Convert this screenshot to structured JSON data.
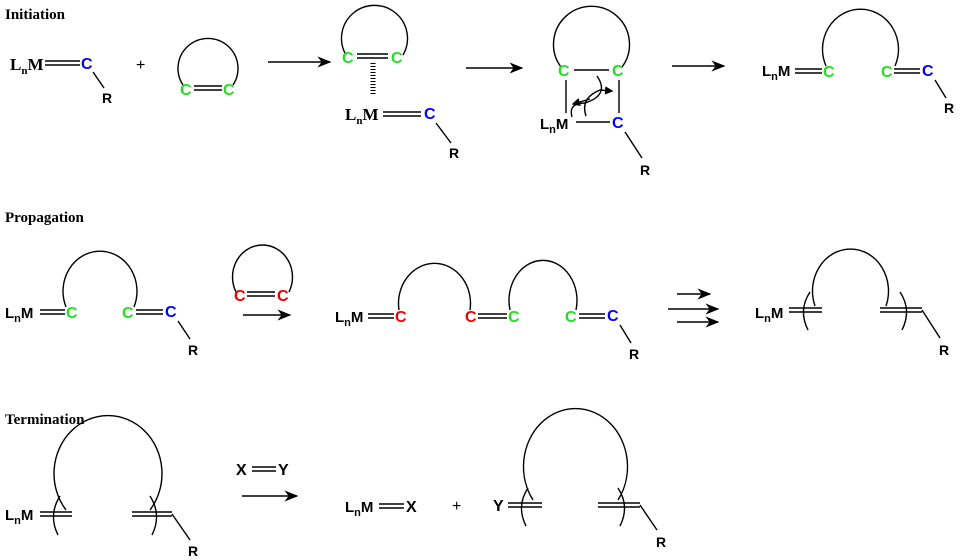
{
  "sections": {
    "initiation": "Initiation",
    "propagation": "Propagation",
    "termination": "Termination"
  },
  "catalyst": {
    "ligand": "L",
    "subscript": "n",
    "metal": "M"
  },
  "atoms": {
    "carbon": "C",
    "substituent": "R",
    "x": "X",
    "y": "Y"
  },
  "operators": {
    "plus": "+"
  },
  "colors": {
    "green_carbon": "#22e022",
    "blue_carbon": "#0000ff",
    "red_carbon": "#ee0000"
  }
}
